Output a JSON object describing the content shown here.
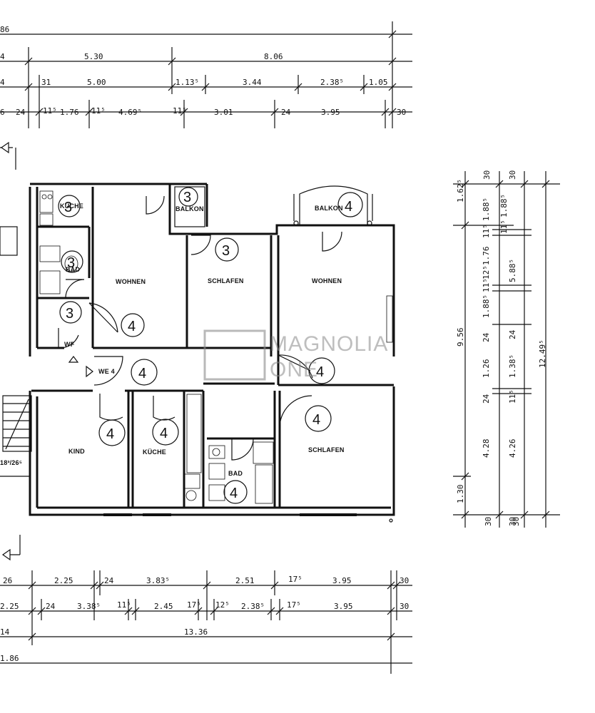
{
  "rooms": {
    "kueche_top": "KÜCHE",
    "balkon_small": "BALKON",
    "balkon_right": "BALKON",
    "wohnen_left": "WOHNEN",
    "schlafen_top": "SCHLAFEN",
    "wohnen_right": "WOHNEN",
    "bad_top": "BAD",
    "wf": "WF",
    "we4": "WE 4",
    "kind": "KIND",
    "kueche_bottom": "KÜCHE",
    "bad_bottom": "BAD",
    "schlafen_bottom": "SCHLAFEN",
    "stair": "18³/26⁵"
  },
  "unit_marks": {
    "u1": "3",
    "u2": "3",
    "u3": "4",
    "u4": "3",
    "u5": "3",
    "u6": "3",
    "u7": "4",
    "u8": "4",
    "u9": "4",
    "u10": "4",
    "u11": "4",
    "u12": "4"
  },
  "watermark": {
    "line1": "MAGNOLIA",
    "line2": "ONE"
  },
  "dims_top": {
    "r1": [
      "86"
    ],
    "r2": [
      "4",
      "5.30",
      "8.06"
    ],
    "r3": [
      "4",
      "31",
      "5.00",
      "1.13⁵",
      "3.44",
      "2.38⁵",
      "1.05"
    ],
    "r4": [
      "6",
      "24",
      "11⁵",
      "1.76",
      "11⁵",
      "4.69⁵",
      "11⁵",
      "3.01",
      "24",
      "3.95",
      "30"
    ]
  },
  "dims_bottom": {
    "r1": [
      "26",
      "2.25",
      "24",
      "3.83⁵",
      "2.51",
      "17⁵",
      "3.95",
      "30"
    ],
    "r2": [
      "2.25",
      "24",
      "3.38⁵",
      "11⁵",
      "2.45",
      "17⁵",
      "12⁵",
      "2.38⁵",
      "17⁵",
      "3.95",
      "30"
    ],
    "r3": [
      "14",
      "13.36"
    ],
    "r4": [
      "1.86"
    ]
  },
  "dims_right": {
    "c1": [
      "30",
      "1.62⁵",
      "9.56",
      "1.30",
      "30"
    ],
    "c2": [
      "1.88⁵",
      "11⁵",
      "1.76",
      "12⁵",
      "11⁵",
      "1.88⁵",
      "24",
      "1.26",
      "24",
      "4.28",
      "30"
    ],
    "c3": [
      "30",
      "1.88⁵",
      "11⁵",
      "5.88⁵",
      "24",
      "1.38⁵",
      "11⁵",
      "4.26",
      "30"
    ],
    "c4": [
      "12.49⁵"
    ]
  }
}
